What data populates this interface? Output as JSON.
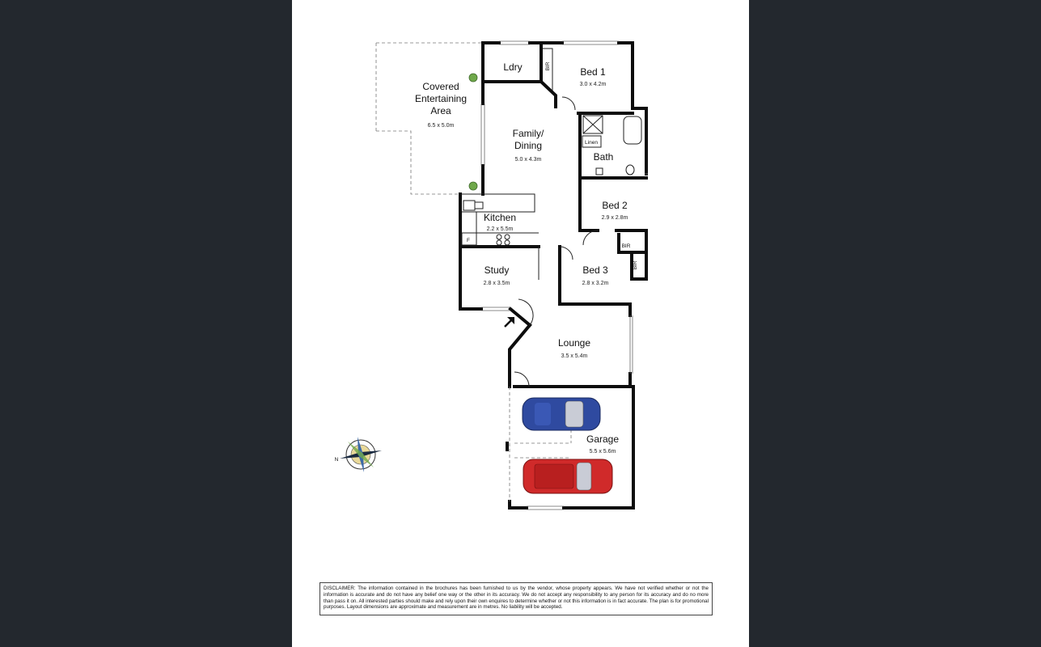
{
  "rooms": {
    "covered": {
      "name_lines": [
        "Covered",
        "Entertaining",
        "Area"
      ],
      "dim": "6.5 x 5.0m"
    },
    "ldry": {
      "name": "Ldry"
    },
    "bed1": {
      "name": "Bed 1",
      "dim": "3.0 x 4.2m"
    },
    "family": {
      "name_lines": [
        "Family/",
        "Dining"
      ],
      "dim": "5.0 x 4.3m"
    },
    "bath": {
      "name": "Bath"
    },
    "linen": {
      "name": "Linen"
    },
    "bed2": {
      "name": "Bed 2",
      "dim": "2.9 x 2.8m"
    },
    "kitchen": {
      "name": "Kitchen",
      "dim": "2.2 x 5.5m"
    },
    "fridge": {
      "name": "F"
    },
    "study": {
      "name": "Study",
      "dim": "2.8 x 3.5m"
    },
    "bed3": {
      "name": "Bed 3",
      "dim": "2.8 x 3.2m"
    },
    "lounge": {
      "name": "Lounge",
      "dim": "3.5 x 5.4m"
    },
    "garage": {
      "name": "Garage",
      "dim": "5.5 x 5.6m"
    }
  },
  "bir_label": "BIR",
  "compass": {
    "letter": "N"
  },
  "disclaimer": "DISCLAIMER: The information contained in the brochures has been furnished to us by the vendor, whose property appears. We have not verified whether or not the information is accurate and do not have any belief one way or the other in its accuracy. We do not accept any responsibility to any person for its accuracy and do no more than pass it on. All interested parties should make and rely upon their own enquires to determine whether or not this information is in fact accurate. The plan is for promotional purposes. Layout dimensions are approximate and measurement are in metres. No liability will be accepted.",
  "colors": {
    "background": "#23282e",
    "sheet": "#ffffff",
    "car_blue": "#2f4aa0",
    "car_red": "#d02a2a",
    "plant": "#6fa84a"
  }
}
